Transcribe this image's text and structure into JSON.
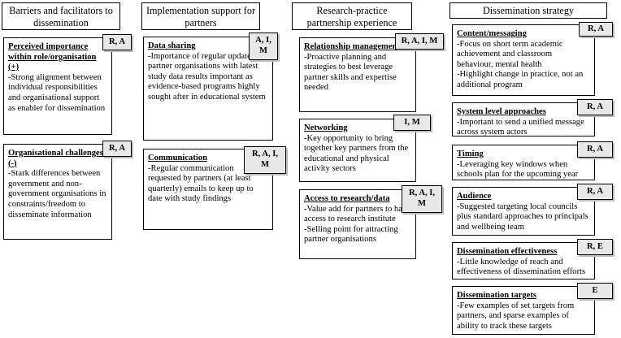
{
  "headers": {
    "col1": "Barriers and facilitators to dissemination",
    "col2": "Implementation support for partners",
    "col3": "Research-practice partnership experience",
    "col4": "Dissemination strategy"
  },
  "col1": [
    {
      "tag": "R, A",
      "title": "Perceived importance within role/organisation (+)",
      "text": "-Strong alignment between individual responsibilities and organisational support as enabler for dissemination"
    },
    {
      "tag": "R, A",
      "title": "Organisational challenges (-)",
      "text": "-Stark differences between government and non-government organisations in constraints/freedom to disseminate information"
    }
  ],
  "col2": [
    {
      "tag": "A, I, M",
      "title": "Data sharing",
      "text": "-Importance of regular updates to partner organisations with latest study data results important as evidence-based programs highly sought after in educational system"
    },
    {
      "tag": "R, A, I, M",
      "title": "Communication",
      "text": "-Regular communication requested by partners (at least quarterly) emails to keep up to date with study findings"
    }
  ],
  "col3": [
    {
      "tag": "R, A, I, M",
      "title": "Relationship management",
      "text": "-Proactive planning and strategies to best leverage partner skills and expertise needed"
    },
    {
      "tag": "I, M",
      "title": "Networking",
      "text": "-Key opportunity to bring together key partners from the educational and physical activity sectors"
    },
    {
      "tag": "R, A, I, M",
      "title": "Access to research/data",
      "text": "-Value add for partners to have access to research institute",
      "text2": "-Selling point for attracting partner organisations"
    }
  ],
  "col4": [
    {
      "tag": "R, A",
      "title": "Content/messaging",
      "text": "-Focus on short term academic achievement and classroom behaviour, mental health",
      "text2": "-Highlight change in practice, not an additional program"
    },
    {
      "tag": "R, A",
      "title": "System level approaches",
      "text": "-Important to send a unified message across system actors"
    },
    {
      "tag": "R, A",
      "title": "Timing",
      "text": "-Leveraging key windows when schools plan for the upcoming year"
    },
    {
      "tag": "R, A",
      "title": "Audience",
      "text": "-Suggested targeting local councils plus standard approaches to principals and wellbeing team"
    },
    {
      "tag": "R, E",
      "title": "Dissemination effectiveness",
      "text": "-Little knowledge of reach and effectiveness of dissemination efforts"
    },
    {
      "tag": "E",
      "title": "Dissemination targets",
      "text": "-Few examples of set targets from partners, and sparse examples of ability to track these targets"
    }
  ]
}
